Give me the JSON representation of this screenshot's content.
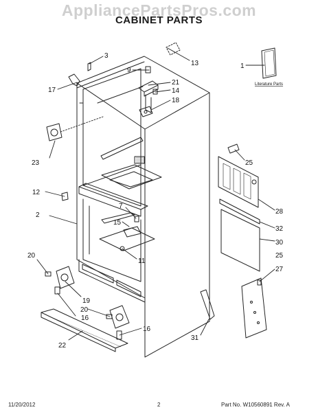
{
  "watermark": "AppliancePartsPros.com",
  "title": "CABINET PARTS",
  "literature_label": "Literature Parts",
  "footer": {
    "date": "11/20/2012",
    "page": "2",
    "part_no": "Part No. W10560891  Rev. A"
  },
  "callouts": [
    "1",
    "2",
    "3",
    "7",
    "9",
    "11",
    "12",
    "13",
    "14",
    "15",
    "16",
    "16",
    "17",
    "18",
    "19",
    "20",
    "20",
    "21",
    "22",
    "23",
    "25",
    "25",
    "27",
    "28",
    "30",
    "31",
    "32"
  ]
}
